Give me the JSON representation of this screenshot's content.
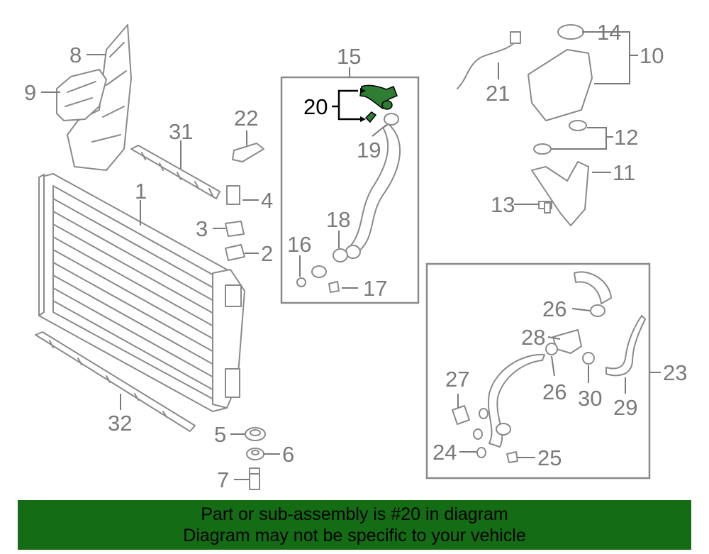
{
  "callouts": {
    "c1": "1",
    "c2": "2",
    "c3": "3",
    "c4": "4",
    "c5": "5",
    "c6": "6",
    "c7": "7",
    "c8": "8",
    "c9": "9",
    "c10": "10",
    "c11": "11",
    "c12": "12",
    "c13": "13",
    "c14": "14",
    "c15": "15",
    "c16": "16",
    "c17": "17",
    "c18": "18",
    "c19": "19",
    "c20": "20",
    "c21": "21",
    "c22": "22",
    "c23": "23",
    "c24": "24",
    "c25": "25",
    "c26a": "26",
    "c26b": "26",
    "c27": "27",
    "c28": "28",
    "c29": "29",
    "c30": "30",
    "c31": "31",
    "c32": "32"
  },
  "highlight": {
    "part_number": "20",
    "color": "#2e7d32"
  },
  "footer": {
    "line1": "Part or sub-assembly is #20 in diagram",
    "line2": "Diagram may not be specific to your vehicle",
    "background": "#146d14"
  }
}
